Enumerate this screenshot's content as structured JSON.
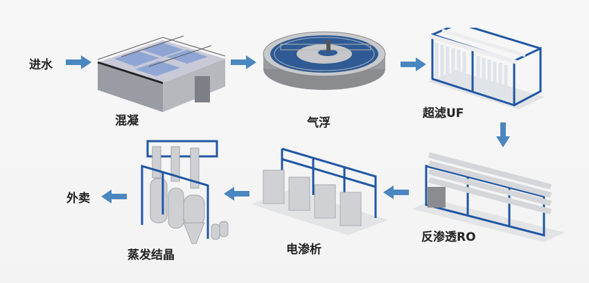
{
  "diagram": {
    "title": "",
    "accent_color": "#4a86bf",
    "nodes": [
      {
        "id": "inlet",
        "label": "进水"
      },
      {
        "id": "coagulation",
        "label": "混凝"
      },
      {
        "id": "air-flotation",
        "label": "气浮"
      },
      {
        "id": "ultrafiltration",
        "label": "超滤UF"
      },
      {
        "id": "reverse-osmosis",
        "label": "反渗透RO"
      },
      {
        "id": "electrodialysis",
        "label": "电渗析"
      },
      {
        "id": "evaporation-crystallization",
        "label": "蒸发结晶"
      },
      {
        "id": "sale",
        "label": "外卖"
      }
    ],
    "edges": [
      {
        "from": "inlet",
        "to": "coagulation",
        "direction": "right"
      },
      {
        "from": "coagulation",
        "to": "air-flotation",
        "direction": "right"
      },
      {
        "from": "air-flotation",
        "to": "ultrafiltration",
        "direction": "right"
      },
      {
        "from": "ultrafiltration",
        "to": "reverse-osmosis",
        "direction": "down"
      },
      {
        "from": "reverse-osmosis",
        "to": "electrodialysis",
        "direction": "left"
      },
      {
        "from": "electrodialysis",
        "to": "evaporation-crystallization",
        "direction": "left"
      },
      {
        "from": "evaporation-crystallization",
        "to": "sale",
        "direction": "left"
      }
    ]
  }
}
